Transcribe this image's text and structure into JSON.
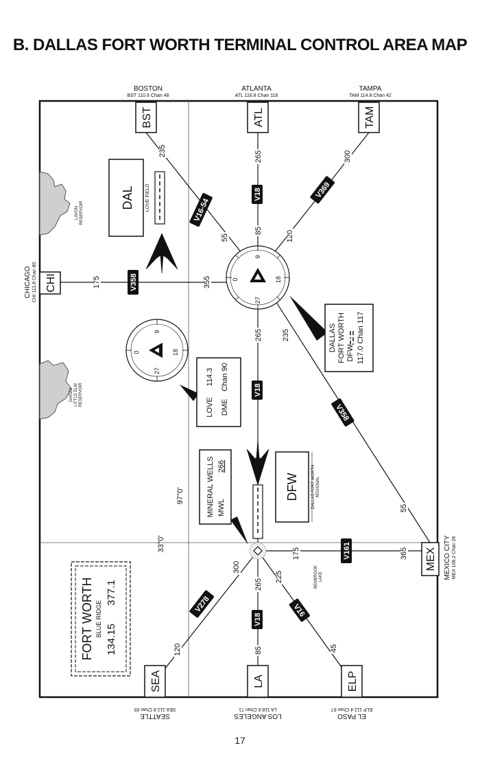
{
  "title": "B. DALLAS FORT WORTH TERMINAL CONTROL AREA MAP",
  "page_number": "17",
  "stations": {
    "boston": {
      "name": "BOSTON",
      "freq": "BST 110.6   Chan 48",
      "id": "BST"
    },
    "atlanta": {
      "name": "ATLANTA",
      "freq": "ATL 116.8   Chan 116",
      "id": "ATL"
    },
    "tampa": {
      "name": "TAMPA",
      "freq": "TAM 114.8   Chan 42",
      "id": "TAM"
    },
    "chicago": {
      "name": "CHICAGO",
      "freq": "CHI 111.8   Chan 80",
      "id": "CHI"
    },
    "mexico": {
      "name": "MEXICO CITY",
      "freq": "MEX 108.2   Chan 26",
      "id": "MEX"
    },
    "seattle": {
      "name": "SEATTLE",
      "freq": "SEA 112.8   Chan 65",
      "id": "SEA"
    },
    "losangeles": {
      "name": "LOS ANGELES",
      "freq": "LA 118.6   Chan 71",
      "id": "LA"
    },
    "elpaso": {
      "name": "EL PASO",
      "freq": "ELP 112.4   Chan 67",
      "id": "ELP"
    }
  },
  "airways": {
    "v1654": "V16-54",
    "v18_north": "V18",
    "v369": "V369",
    "v358_west": "V358",
    "v18_mid": "V18",
    "v358_se": "V358",
    "v161": "V161",
    "v278": "V278",
    "v18_south": "V18",
    "v16": "V16"
  },
  "radials": {
    "r235_nw": "235",
    "r55_nw": "55",
    "r265_n": "265",
    "r85_n": "85",
    "r300_ne": "300",
    "r120_ne": "120",
    "r175_w": "175",
    "r355_w": "355",
    "r265_mid": "265",
    "r235_se": "235",
    "r55_se": "55",
    "r175_e": "175",
    "r365_e": "365",
    "r300_sw": "300",
    "r120_sw": "120",
    "r265_s": "265",
    "r85_s": "85",
    "r225_sse": "225",
    "r45_sse": "45"
  },
  "compass": {
    "n": "0",
    "e": "9",
    "s": "18",
    "w": "27"
  },
  "dallas_box": {
    "line1": "DALLAS",
    "line2": "FORT WORTH",
    "line3": "DFW",
    "line4": "117.0 Chan 117"
  },
  "love_box": {
    "line1": "LOVE",
    "freq": "114.3",
    "dme": "DME",
    "chan": "Chan 90"
  },
  "mineral_wells": {
    "line1": "MINERAL WELLS",
    "id": "MWL",
    "freq": "266"
  },
  "dal": {
    "id": "DAL",
    "label": "LOVE FIELD"
  },
  "dfw": {
    "id": "DFW",
    "label": "DALLAS FORT WORTH",
    "label2": "REGIONAL"
  },
  "fort_worth": {
    "name": "FORT WORTH",
    "sub": "BLUE RIDGE",
    "freq1": "134.15",
    "freq2": "377.1"
  },
  "lakes": {
    "lavon": "LAVON",
    "lavon2": "RESERVOIR",
    "garza": "GARZA",
    "garza2": "LITTLE ELM",
    "garza3": "RESERVOIR",
    "benbrook": "BENBROOK",
    "benbrook2": "LAKE"
  },
  "grid": {
    "lat": "33°0'",
    "lon": "97°0'"
  }
}
